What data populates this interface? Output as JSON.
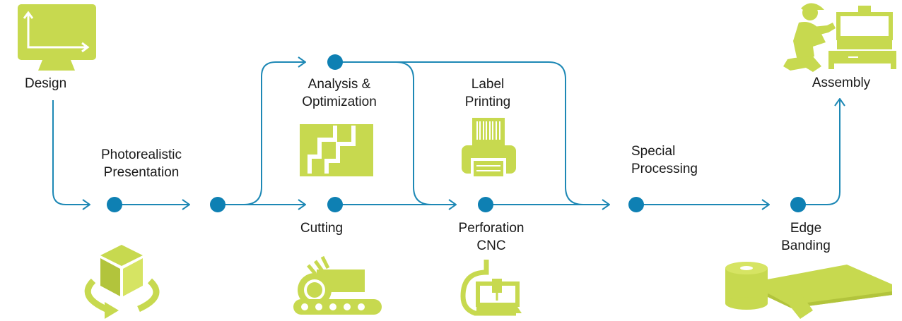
{
  "colors": {
    "line": "#1d88b5",
    "node": "#0e80b3",
    "icon": "#c7d94f",
    "text": "#1a1a1a"
  },
  "steps": {
    "design": {
      "label": "Design",
      "icon": "monitor-icon"
    },
    "photorealistic": {
      "line1": "Photorealistic",
      "line2": "Presentation",
      "icon": "3d-cube-rotate-icon"
    },
    "analysis": {
      "line1": "Analysis &",
      "line2": "Optimization",
      "icon": "panel-optimization-icon"
    },
    "label_printing": {
      "line1": "Label",
      "line2": "Printing",
      "icon": "printer-icon"
    },
    "cutting": {
      "label": "Cutting",
      "icon": "saw-conveyor-icon"
    },
    "perforation": {
      "line1": "Perforation",
      "line2": "CNC",
      "icon": "cnc-drill-icon"
    },
    "special": {
      "line1": "Special",
      "line2": "Processing"
    },
    "edge_banding": {
      "line1": "Edge",
      "line2": "Banding",
      "icon": "edge-band-roll-icon"
    },
    "assembly": {
      "label": "Assembly",
      "icon": "worker-assembling-icon"
    }
  }
}
